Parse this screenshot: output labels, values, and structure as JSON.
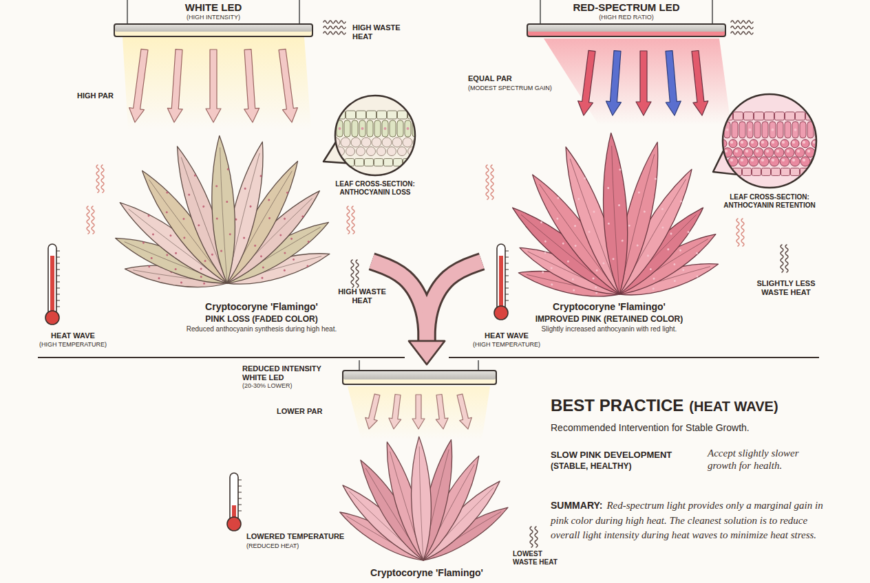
{
  "diagram": {
    "nodes": [
      {
        "text": [
          "WHITE LED",
          "(HIGH INTENSITY)"
        ]
      },
      {
        "text": [
          "LEAF CROSS-SECTION: ANTHOCYANIN LOSS"
        ]
      },
      {
        "text": [
          "Cryptocoryne 'Flamingo'",
          "PINK LOSS (FADED COLOR)",
          "Reduced anthocyanin synthesis during high heat."
        ]
      },
      {
        "text": [
          "RED-SPECTRUM LED",
          "(HIGH RED RATIO)"
        ]
      },
      {
        "text": [
          "LEAF CROSS-SECTION: ANTHOCYANIN RETENTION"
        ]
      },
      {
        "text": [
          "Cryptocoryne 'Flamingo'",
          "IMPROVED PINK (RETAINED COLOR)",
          "Slightly increased anthocyanin with red light."
        ]
      },
      {
        "text": [
          "REDUCED INTENSITY WHITE LED",
          "(20-30% LOWER)"
        ]
      },
      {
        "text": [
          "Cryptocoryne 'Flamingo'"
        ]
      }
    ],
    "edges": [
      {
        "from": 2,
        "to": 6,
        "arrow": "to"
      },
      {
        "from": 5,
        "to": 6,
        "arrow": "to"
      }
    ],
    "labels": [
      "HIGH WASTE HEAT",
      "HIGH PAR",
      "HEAT WAVE",
      "(HIGH TEMPERATURE)",
      "HIGH WASTE HEAT",
      "EQUAL PAR",
      "(MODEST SPECTRUM GAIN)",
      "HEAT WAVE",
      "(HIGH TEMPERATURE)",
      "SLIGHTLY LESS WASTE HEAT",
      "LOWER PAR",
      "LOWERED TEMPERATURE",
      "(REDUCED HEAT)",
      "LOWEST WASTE HEAT",
      "BEST PRACTICE",
      "(HEAT WAVE)",
      "Recommended Intervention for Stable Growth.",
      "SLOW PINK DEVELOPMENT",
      "(STABLE, HEALTHY)",
      "Accept slightly slower growth for health.",
      "SUMMARY:",
      "Red-spectrum light provides only a marginal gain in pink color during high heat. The cleanest solution is to reduce overall light intensity during heat waves to minimize heat stress."
    ]
  }
}
